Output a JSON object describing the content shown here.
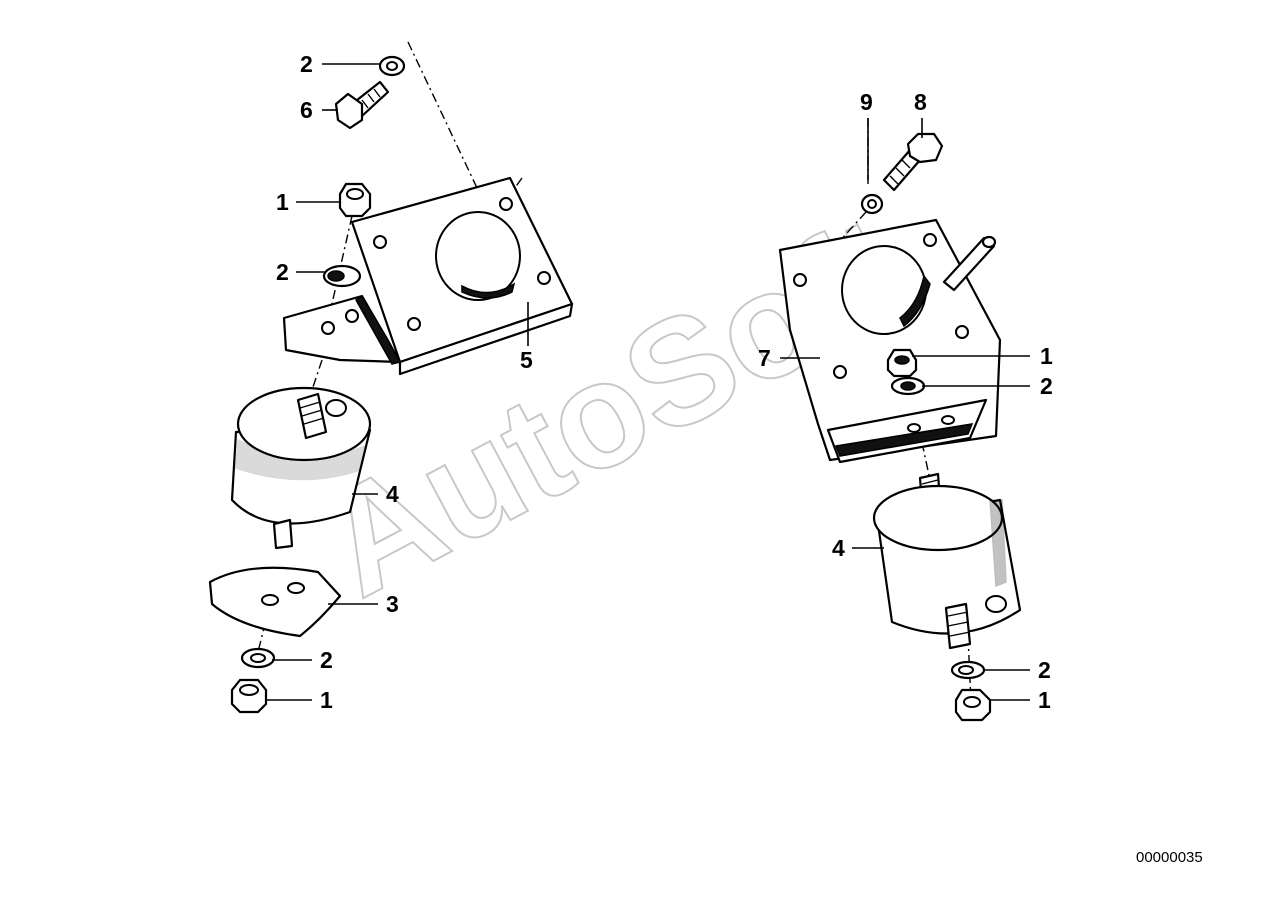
{
  "watermark": "AutoSoft",
  "document_number": "00000035",
  "callouts": {
    "left_washer_top": "2",
    "left_bolt": "6",
    "left_nut_top": "1",
    "left_washer_mid": "2",
    "left_bracket": "5",
    "left_rubber_mount": "4",
    "left_plate": "3",
    "left_washer_bottom": "2",
    "left_nut_bottom": "1",
    "right_washer_top": "9",
    "right_bolt": "8",
    "right_bracket": "7",
    "right_nut_mid": "1",
    "right_washer_mid": "2",
    "right_rubber_mount": "4",
    "right_washer_bottom": "2",
    "right_nut_bottom": "1"
  }
}
